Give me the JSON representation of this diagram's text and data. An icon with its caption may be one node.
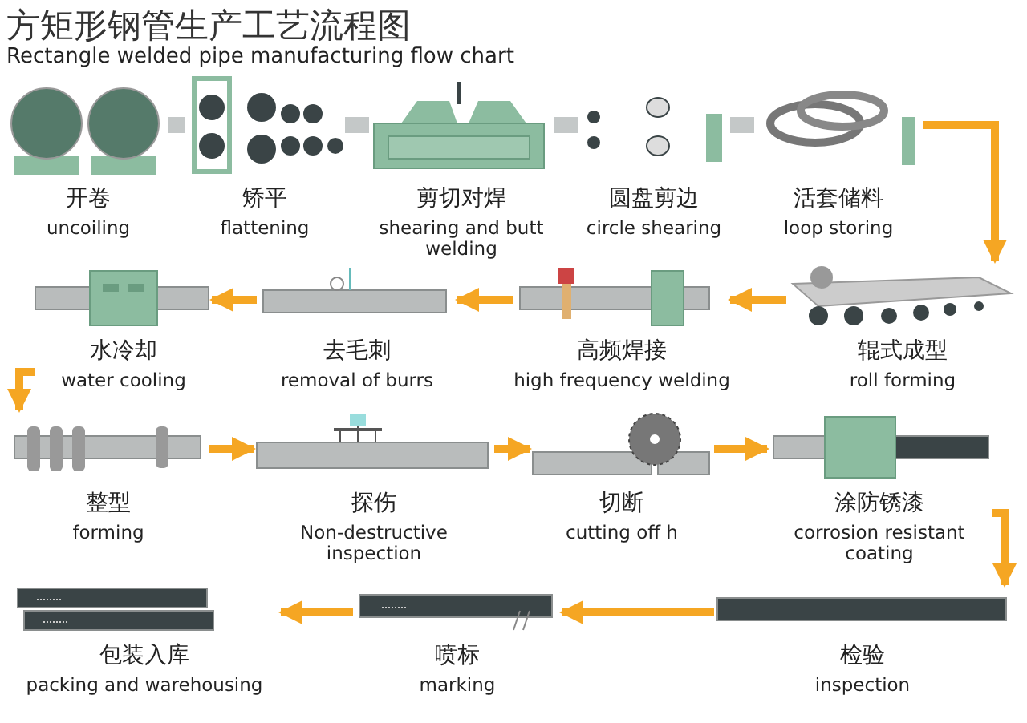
{
  "diagram": {
    "title": "方矩形钢管生产工艺流程图",
    "nodes": [
      {
        "text": [
          "开卷",
          "uncoiling"
        ]
      },
      {
        "text": [
          "矫平",
          "flattening"
        ]
      },
      {
        "text": [
          "剪切对焊",
          "shearing and butt welding"
        ]
      },
      {
        "text": [
          "圆盘剪边",
          "circle shearing"
        ]
      },
      {
        "text": [
          "活套储料",
          "loop storing"
        ]
      },
      {
        "text": [
          "辊式成型",
          "roll forming"
        ]
      },
      {
        "text": [
          "高频焊接",
          "high frequency welding"
        ]
      },
      {
        "text": [
          "去毛刺",
          "removal of burrs"
        ]
      },
      {
        "text": [
          "水冷却",
          "water cooling"
        ]
      },
      {
        "text": [
          "整型",
          "forming"
        ]
      },
      {
        "text": [
          "探伤",
          "Non-destructive inspection"
        ]
      },
      {
        "text": [
          "切断",
          "cutting off h"
        ]
      },
      {
        "text": [
          "涂防锈漆",
          "corrosion resistant coating"
        ]
      },
      {
        "text": [
          "检验",
          "inspection"
        ]
      },
      {
        "text": [
          "喷标",
          "marking"
        ]
      },
      {
        "text": [
          "包装入库",
          "packing and warehousing"
        ]
      }
    ],
    "edges": [
      {
        "from": 0,
        "to": 1,
        "arrow": "none",
        "style": "thick",
        "color": "#c4c8c8"
      },
      {
        "from": 1,
        "to": 2,
        "arrow": "none",
        "style": "thick",
        "color": "#c4c8c8"
      },
      {
        "from": 2,
        "to": 3,
        "arrow": "none",
        "style": "thick",
        "color": "#c4c8c8"
      },
      {
        "from": 3,
        "to": 4,
        "arrow": "none",
        "style": "thick",
        "color": "#c4c8c8"
      },
      {
        "from": 4,
        "to": 5,
        "arrow": "to"
      },
      {
        "from": 5,
        "to": 6,
        "arrow": "to"
      },
      {
        "from": 6,
        "to": 7,
        "arrow": "to"
      },
      {
        "from": 7,
        "to": 8,
        "arrow": "to"
      },
      {
        "from": 8,
        "to": 9,
        "arrow": "to"
      },
      {
        "from": 9,
        "to": 10,
        "arrow": "to"
      },
      {
        "from": 10,
        "to": 11,
        "arrow": "to"
      },
      {
        "from": 11,
        "to": 12,
        "arrow": "to"
      },
      {
        "from": 12,
        "to": 13,
        "arrow": "to"
      },
      {
        "from": 13,
        "to": 14,
        "arrow": "to"
      },
      {
        "from": 14,
        "to": 15,
        "arrow": "to"
      }
    ],
    "labels": [
      "Rectangle welded pipe manufacturing flow chart"
    ]
  }
}
